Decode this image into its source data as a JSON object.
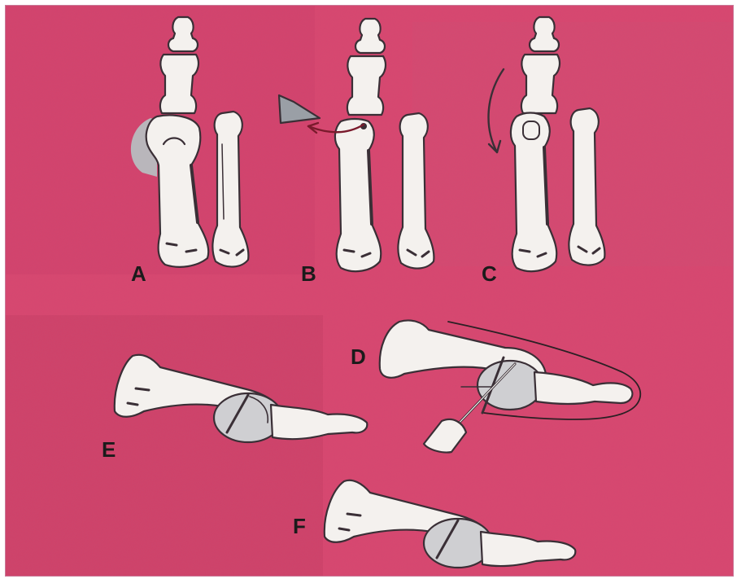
{
  "figure": {
    "panel_labels": [
      "A",
      "B",
      "C",
      "D",
      "E",
      "F"
    ]
  },
  "colors": {
    "background": "#d9466f",
    "background_dark": "#c23a61",
    "bone": "#f4f1ee",
    "bone_shade": "#cfcfd2",
    "outline": "#3a2f36",
    "wedge": "#9a9fa6"
  },
  "icons": {
    "arrow_b": "curved-arrow-left-icon",
    "arrow_c": "curved-arrow-down-icon",
    "wedge": "bone-wedge-icon",
    "saw": "oscillating-saw-icon"
  }
}
